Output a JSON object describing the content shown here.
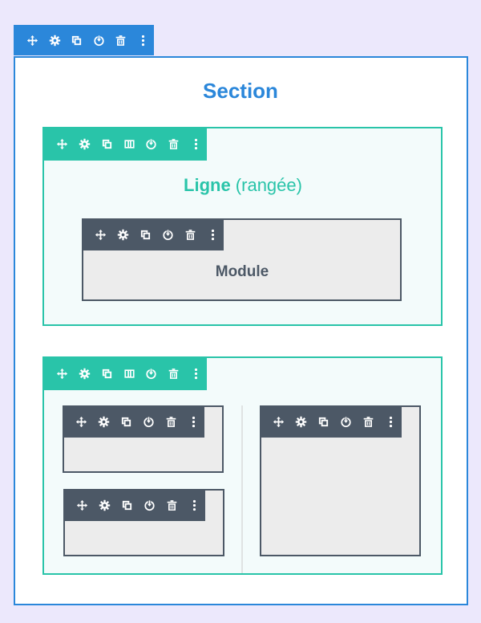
{
  "section": {
    "title": "Section"
  },
  "row1": {
    "title_strong": "Ligne",
    "title_rest": " (rangée)"
  },
  "module1": {
    "label": "Module"
  },
  "icons": {
    "section_toolbar": [
      "move-icon",
      "gear-icon",
      "duplicate-icon",
      "save-icon",
      "trash-icon",
      "more-icon"
    ],
    "row_toolbar": [
      "move-icon",
      "gear-icon",
      "duplicate-icon",
      "columns-icon",
      "save-icon",
      "trash-icon",
      "more-icon"
    ],
    "module_toolbar": [
      "move-icon",
      "gear-icon",
      "duplicate-icon",
      "save-icon",
      "trash-icon",
      "more-icon"
    ]
  },
  "colors": {
    "section": "#2b87da",
    "row": "#29c4a9",
    "module": "#4c5866",
    "background": "#ece8fc"
  }
}
